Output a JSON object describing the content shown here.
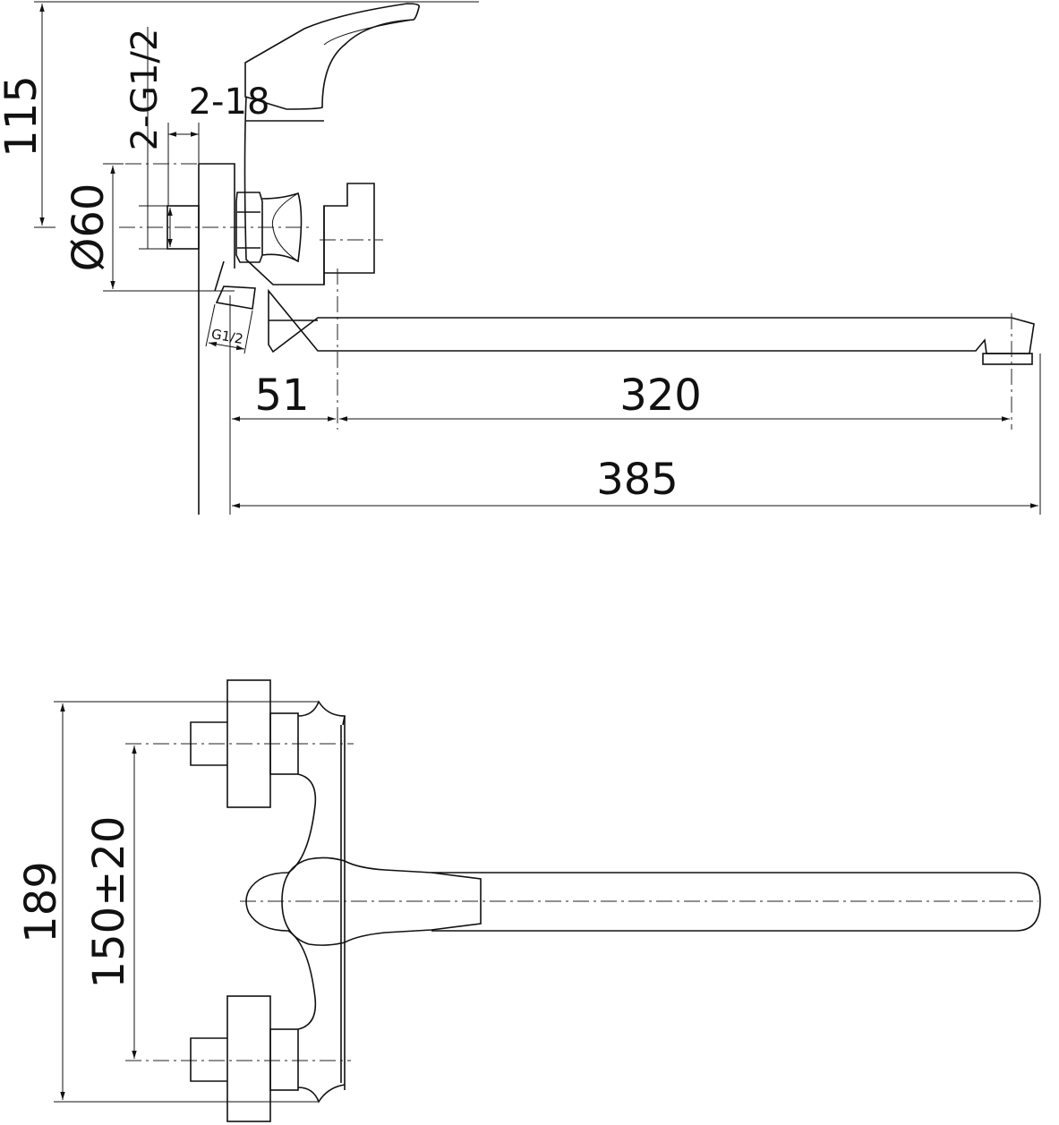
{
  "drawing": {
    "side_view": {
      "dimensions": {
        "height": "115",
        "thread_spec": "2-G1/2",
        "thread_length": "2-18",
        "plate_diameter": "Ø60",
        "outlet_thread": "G1/2",
        "offset": "51",
        "spout_reach": "320",
        "overall_length": "385"
      }
    },
    "top_view": {
      "dimensions": {
        "overall_height": "189",
        "center_distance": "150±20"
      }
    },
    "line_color": "#111111",
    "background": "#ffffff"
  }
}
